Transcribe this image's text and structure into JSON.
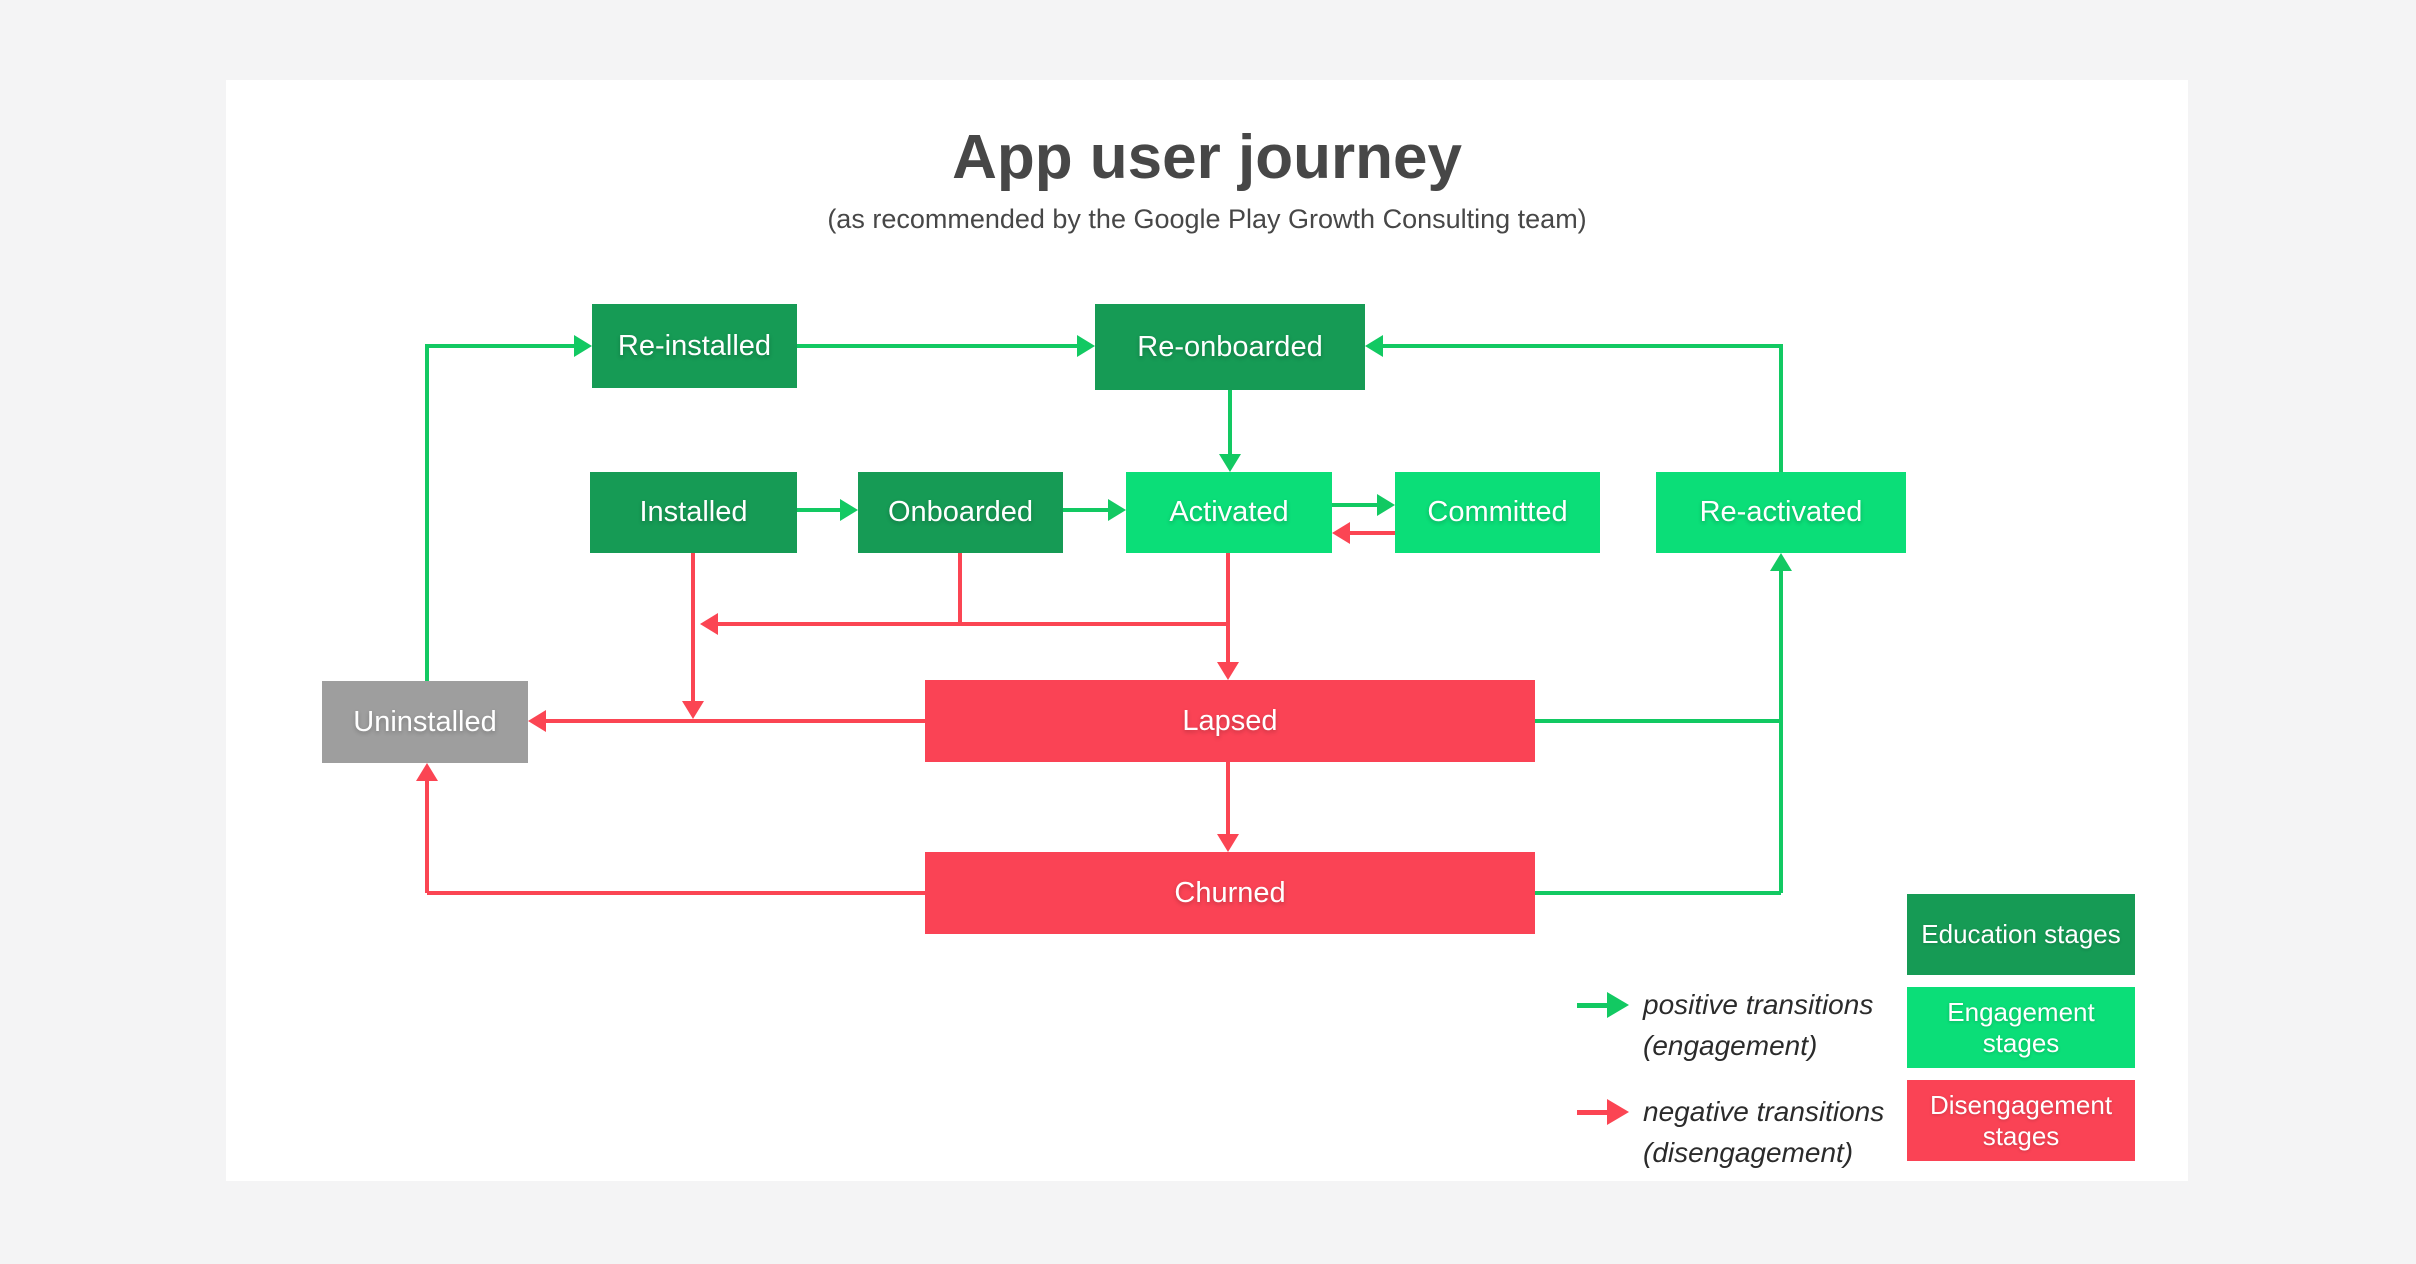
{
  "header": {
    "title": "App user journey",
    "subtitle": "(as recommended by the Google Play Growth Consulting team)"
  },
  "nodes": [
    {
      "id": "re-installed",
      "label": "Re-installed",
      "category": "education"
    },
    {
      "id": "re-onboarded",
      "label": "Re-onboarded",
      "category": "education"
    },
    {
      "id": "installed",
      "label": "Installed",
      "category": "education"
    },
    {
      "id": "onboarded",
      "label": "Onboarded",
      "category": "education"
    },
    {
      "id": "activated",
      "label": "Activated",
      "category": "engagement"
    },
    {
      "id": "committed",
      "label": "Committed",
      "category": "engagement"
    },
    {
      "id": "re-activated",
      "label": "Re-activated",
      "category": "engagement"
    },
    {
      "id": "uninstalled",
      "label": "Uninstalled",
      "category": "neutral"
    },
    {
      "id": "lapsed",
      "label": "Lapsed",
      "category": "disengagement"
    },
    {
      "id": "churned",
      "label": "Churned",
      "category": "disengagement"
    }
  ],
  "transitions": [
    {
      "from": "Uninstalled",
      "to": "Re-installed",
      "type": "positive"
    },
    {
      "from": "Re-installed",
      "to": "Re-onboarded",
      "type": "positive"
    },
    {
      "from": "Re-activated",
      "to": "Re-onboarded",
      "type": "positive"
    },
    {
      "from": "Re-onboarded",
      "to": "Activated",
      "type": "positive"
    },
    {
      "from": "Installed",
      "to": "Onboarded",
      "type": "positive"
    },
    {
      "from": "Onboarded",
      "to": "Activated",
      "type": "positive"
    },
    {
      "from": "Activated",
      "to": "Committed",
      "type": "positive"
    },
    {
      "from": "Lapsed",
      "to": "Re-activated",
      "type": "positive"
    },
    {
      "from": "Churned",
      "to": "Re-activated",
      "type": "positive"
    },
    {
      "from": "Committed",
      "to": "Activated",
      "type": "negative"
    },
    {
      "from": "Activated",
      "to": "Lapsed",
      "type": "negative"
    },
    {
      "from": "Installed",
      "to": "Uninstalled",
      "type": "negative"
    },
    {
      "from": "Onboarded",
      "to": "Uninstalled",
      "type": "negative"
    },
    {
      "from": "Activated",
      "to": "Uninstalled",
      "type": "negative"
    },
    {
      "from": "Lapsed",
      "to": "Uninstalled",
      "type": "negative"
    },
    {
      "from": "Lapsed",
      "to": "Churned",
      "type": "negative"
    },
    {
      "from": "Churned",
      "to": "Uninstalled",
      "type": "negative"
    }
  ],
  "legend": {
    "arrows": [
      {
        "line1": "positive transitions",
        "line2": "(engagement)",
        "color": "#12C962"
      },
      {
        "line1": "negative transitions",
        "line2": "(disengagement)",
        "color": "#FB4553"
      }
    ],
    "stages": [
      {
        "label": "Education stages",
        "color": "#169B55"
      },
      {
        "label": "Engagement stages",
        "color": "#0BDE78"
      },
      {
        "label": "Disengagement stages",
        "color": "#FA4355"
      }
    ]
  },
  "colors": {
    "education_box": "#169B55",
    "engagement_box": "#0BDE78",
    "disengagement_box": "#FA4355",
    "uninstalled_box": "#9E9E9E",
    "positive_line": "#12C962",
    "negative_line": "#FB4553",
    "page_background": "#F4F4F5",
    "canvas_background": "#FFFFFF"
  }
}
